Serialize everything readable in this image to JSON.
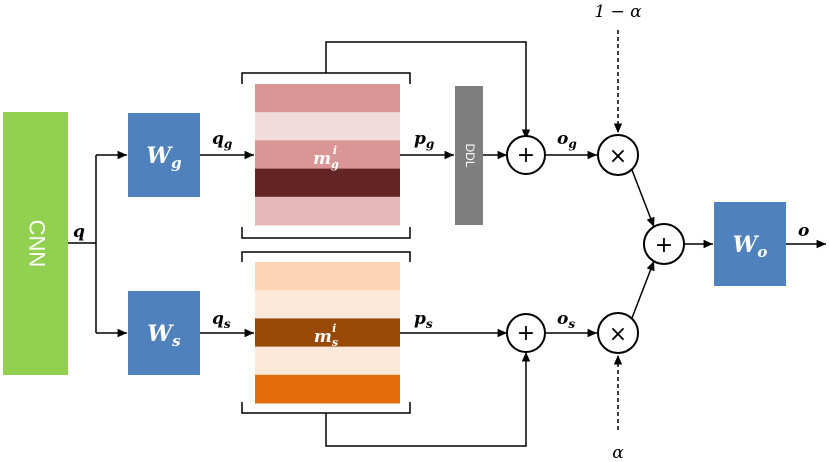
{
  "blocks": {
    "cnn": {
      "label": "CNN",
      "color": "#92d050"
    },
    "wg": {
      "main": "W",
      "sub": "g",
      "color": "#4f81bd"
    },
    "ws": {
      "main": "W",
      "sub": "s",
      "color": "#4f81bd"
    },
    "wo": {
      "main": "W",
      "sub": "o",
      "color": "#4f81bd"
    },
    "ddl": {
      "label": "DDL",
      "color": "#7f7f7f"
    }
  },
  "memories": {
    "global": {
      "label_main": "m",
      "label_sub": "g",
      "label_sup": "i",
      "stripe_colors": [
        "#d99694",
        "#f2dcdb",
        "#d99694",
        "#632523",
        "#e6b9b8"
      ]
    },
    "specific": {
      "label_main": "m",
      "label_sub": "s",
      "label_sup": "i",
      "stripe_colors": [
        "#fcd5b5",
        "#fde9d9",
        "#984807",
        "#fde9d9",
        "#e46c0a"
      ]
    }
  },
  "labels": {
    "q": "q",
    "qg_main": "q",
    "qg_sub": "g",
    "qs_main": "q",
    "qs_sub": "s",
    "pg_main": "p",
    "pg_sub": "g",
    "ps_main": "p",
    "ps_sub": "s",
    "og_main": "o",
    "og_sub": "g",
    "os_main": "o",
    "os_sub": "s",
    "o": "o",
    "one_minus_alpha": "1 − α",
    "alpha": "α"
  },
  "operators": {
    "plus": "+",
    "times": "×"
  }
}
